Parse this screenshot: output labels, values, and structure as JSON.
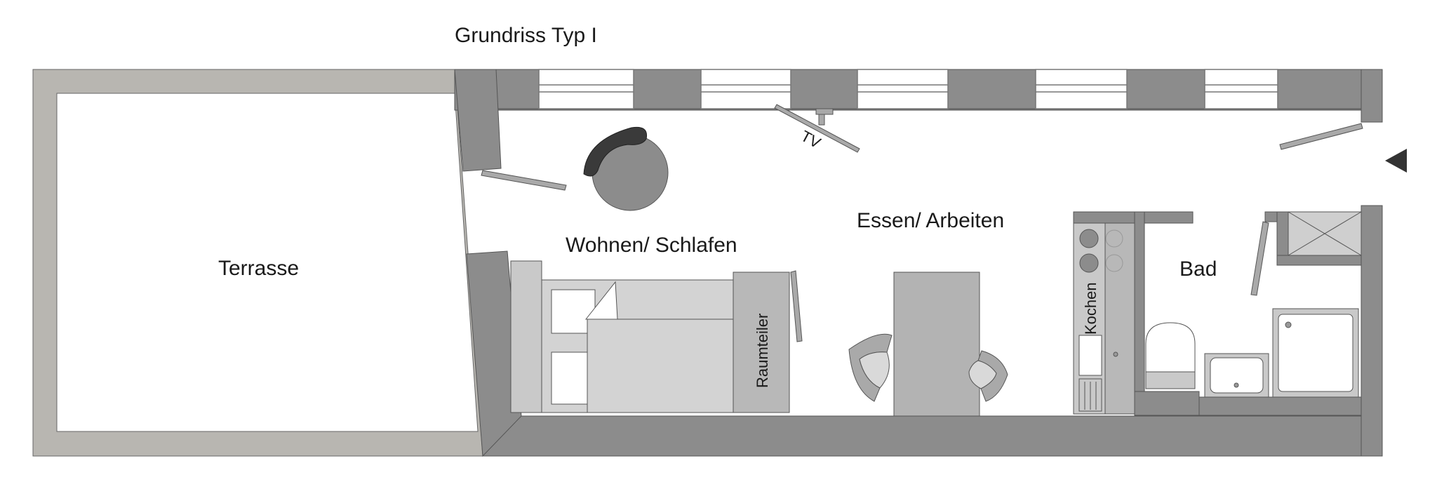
{
  "title": "Grundriss Typ I",
  "rooms": {
    "terrasse": "Terrasse",
    "wohnen": "Wohnen/ Schlafen",
    "essen": "Essen/ Arbeiten",
    "bad": "Bad"
  },
  "furniture": {
    "tv": "TV",
    "raumteiler": "Raumteiler",
    "kochen": "Kochen"
  },
  "colors": {
    "wall": "#8c8c8c",
    "terrace_wall": "#b8b6b1",
    "furniture": "#c9c9c9",
    "furniture_dark": "#a9a9a9",
    "armchair": "#3a3a3a",
    "outline": "#555555"
  }
}
